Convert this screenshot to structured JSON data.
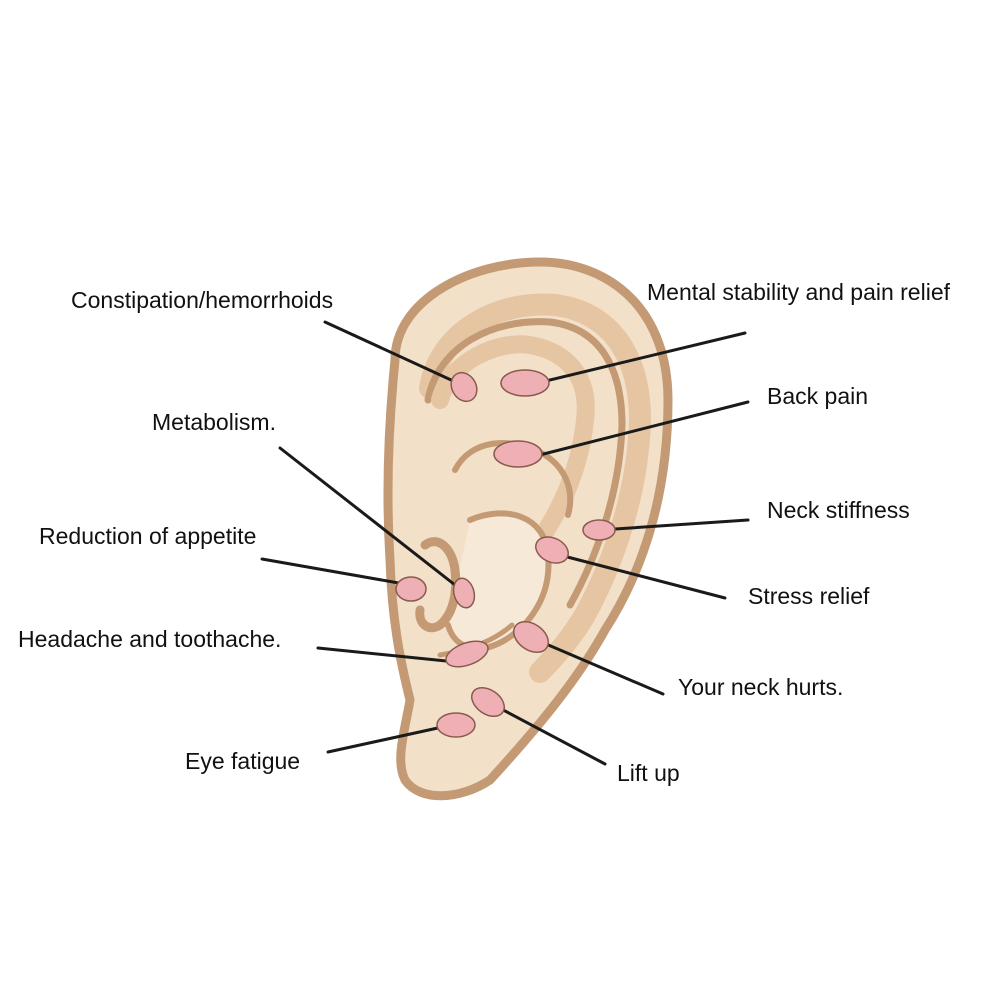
{
  "points": {
    "constipation": "Constipation/hemorrhoids",
    "metabolism": "Metabolism.",
    "appetite": "Reduction of appetite",
    "headache": "Headache and toothache.",
    "eye_fatigue": "Eye fatigue",
    "mental": "Mental stability and pain relief",
    "back_pain": "Back pain",
    "neck_stiffness": "Neck stiffness",
    "stress": "Stress relief",
    "neck_hurts": "Your neck hurts.",
    "lift_up": "Lift up"
  },
  "colors": {
    "ear_outline": "#c49a74",
    "ear_fill": "#f3e0c8",
    "ear_shade": "#e6c6a2",
    "point_fill": "#eeb0b4",
    "point_stroke": "#8a5a4e",
    "leader_line": "#1a1a1a"
  }
}
